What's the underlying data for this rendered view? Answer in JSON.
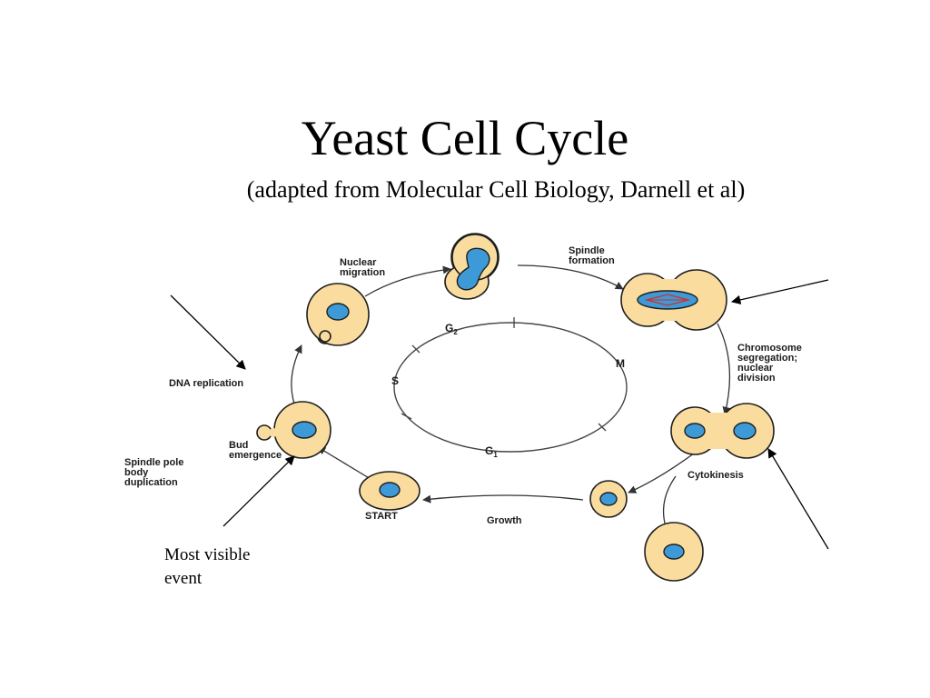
{
  "title": "Yeast Cell Cycle",
  "subtitle": "(adapted from Molecular Cell Biology, Darnell et al)",
  "phases": {
    "g2": "G",
    "g2_sub": "2",
    "s": "S",
    "m": "M",
    "g1": "G",
    "g1_sub": "1"
  },
  "events": {
    "nuclear_migration": [
      "Nuclear",
      "migration"
    ],
    "spindle_formation": [
      "Spindle",
      "formation"
    ],
    "chromosome_segregation": [
      "Chromosome",
      "segregation;",
      "nuclear",
      "division"
    ],
    "cytokinesis": "Cytokinesis",
    "growth": "Growth",
    "start": "START",
    "bud_emergence": [
      "Bud",
      "emergence"
    ],
    "spindle_pole": [
      "Spindle pole",
      "body",
      "duplication"
    ],
    "dna_replication": "DNA replication"
  },
  "annotation": [
    "Most visible",
    "event"
  ],
  "colors": {
    "cell_fill": "#f9dc9e",
    "nucleus_fill": "#3d9ad6",
    "spindle": "#d0302a"
  }
}
